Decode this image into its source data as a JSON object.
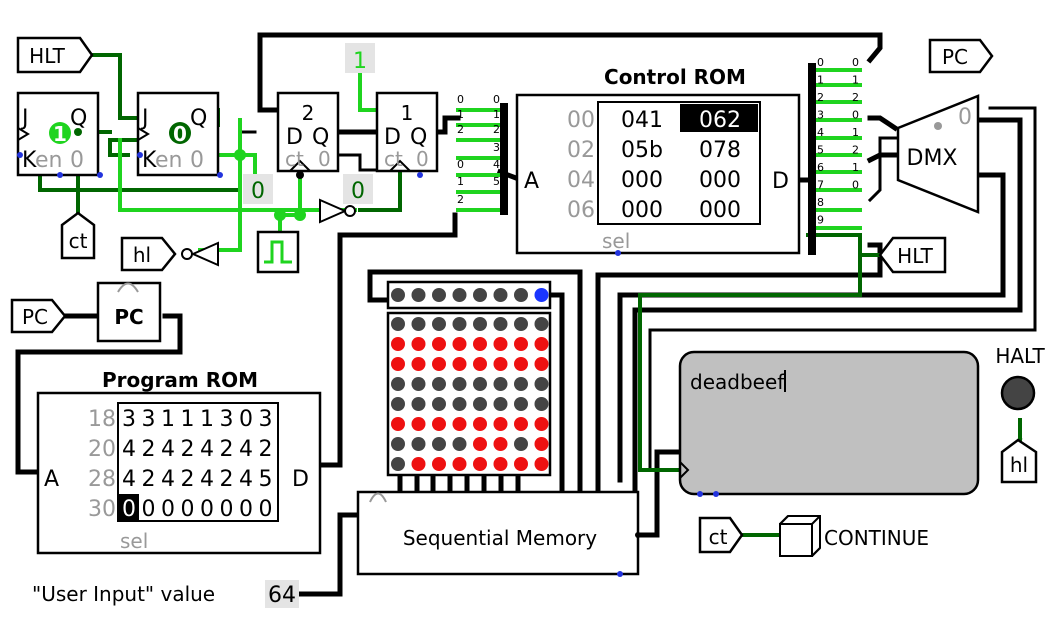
{
  "tags": {
    "hlt_top": "HLT",
    "pc_left": "PC",
    "ct": "ct",
    "hl_left": "hl",
    "pc_right": "PC",
    "hlt_right": "HLT",
    "hl_right": "hl",
    "ct_bottom": "ct"
  },
  "flipflops": {
    "jk_j": "J",
    "jk_q": "Q",
    "jk_k": "K",
    "jk_en": "en",
    "jk_zero": "0",
    "jk1_state": "1",
    "jk2_state": "0",
    "d": "D",
    "q": "Q",
    "ct": "ct",
    "zero": "0",
    "d1_label": "2",
    "d2_label": "1"
  },
  "constants": {
    "const_one": "1",
    "const_zero_a": "0",
    "const_zero_b": "0"
  },
  "control_rom": {
    "title": "Control ROM",
    "a_label": "A",
    "d_label": "D",
    "sel": "sel",
    "addresses": [
      "00",
      "02",
      "04",
      "06"
    ],
    "rows": [
      [
        "041",
        "062"
      ],
      [
        "05b",
        "078"
      ],
      [
        "000",
        "000"
      ],
      [
        "000",
        "000"
      ]
    ],
    "selected_cell": "062"
  },
  "splitters": {
    "left_pairs": [
      [
        "0",
        "0"
      ],
      [
        "1",
        "1"
      ],
      [
        "2",
        "2"
      ],
      [
        "",
        "3"
      ],
      [
        "0",
        "4"
      ],
      [
        "1",
        "5"
      ],
      [
        "2",
        ""
      ]
    ],
    "right_pairs": [
      [
        "0",
        "0"
      ],
      [
        "1",
        "1"
      ],
      [
        "2",
        "2"
      ],
      [
        "3",
        "0"
      ],
      [
        "4",
        "1"
      ],
      [
        "5",
        "2"
      ],
      [
        "6",
        "1"
      ],
      [
        "7",
        "0"
      ],
      [
        "8",
        ""
      ],
      [
        "9",
        ""
      ]
    ]
  },
  "dmx": {
    "label": "DMX",
    "select": "0"
  },
  "pc_register": {
    "label": "PC"
  },
  "program_rom": {
    "title": "Program ROM",
    "a_label": "A",
    "d_label": "D",
    "sel": "sel",
    "addresses": [
      "18",
      "20",
      "28",
      "30"
    ],
    "rows": [
      "33111303",
      "42424242",
      "42424245",
      "00000000"
    ],
    "cursor_char": "0"
  },
  "led_matrix": {
    "top_row": [
      0,
      0,
      0,
      0,
      0,
      0,
      0,
      2
    ],
    "grid": [
      [
        0,
        0,
        0,
        0,
        0,
        0,
        0,
        0
      ],
      [
        1,
        1,
        1,
        1,
        1,
        1,
        1,
        1
      ],
      [
        1,
        1,
        1,
        1,
        1,
        1,
        1,
        1
      ],
      [
        0,
        0,
        0,
        0,
        0,
        0,
        0,
        0
      ],
      [
        0,
        0,
        0,
        0,
        0,
        0,
        0,
        0
      ],
      [
        1,
        1,
        1,
        1,
        1,
        1,
        1,
        1
      ],
      [
        0,
        0,
        0,
        0,
        1,
        1,
        0,
        1
      ],
      [
        0,
        1,
        1,
        1,
        1,
        1,
        1,
        1
      ]
    ],
    "colors": {
      "off": "#444444",
      "on": "#ee1111",
      "blue": "#1a35ff"
    }
  },
  "sequential_memory": {
    "label": "Sequential Memory"
  },
  "user_input": {
    "label": "\"User Input\" value",
    "value": "64"
  },
  "tty": {
    "text": "deadbeef"
  },
  "halt": {
    "label": "HALT"
  },
  "continue_button": {
    "label": "CONTINUE"
  },
  "colors": {
    "wire_dark": "#000000",
    "wire_green_light": "#1fd41f",
    "wire_green_dark": "#006600",
    "tty_bg": "#c0c0c0",
    "const_bg": "#e4e4e4",
    "pin_blue": "#2233dd"
  }
}
